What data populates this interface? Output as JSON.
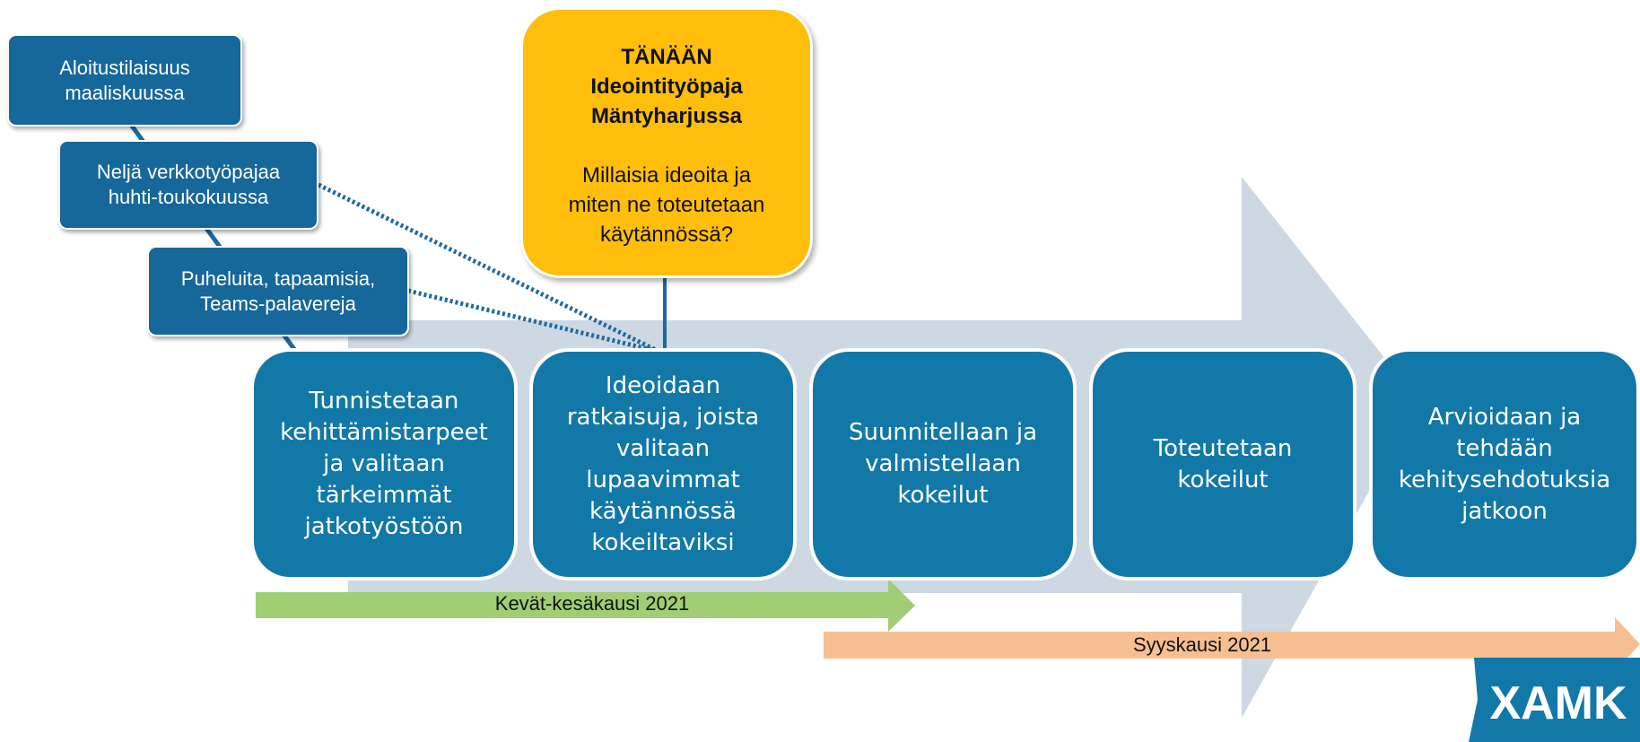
{
  "colors": {
    "big_arrow": "#cdd8e3",
    "step_fill": "#1278a8",
    "small_box_fill": "#16679a",
    "today_fill": "#ffbe0b",
    "spring_arrow": "#9ccb6e",
    "autumn_arrow": "#f6bf91",
    "connector": "#1b6aa1"
  },
  "side_boxes": [
    {
      "label": "Aloitustilaisuus\nmaaliskuussa"
    },
    {
      "label": "Neljä verkkotyöpajaa\nhuhti-toukokuussa"
    },
    {
      "label": "Puheluita, tapaamisia,\nTeams-palavereja"
    }
  ],
  "today": {
    "line1": "TÄNÄÄN",
    "line2": "Ideointityöpaja",
    "line3": "Mäntyharjussa",
    "question": "Millaisia ideoita ja\nmiten ne toteutetaan\nkäytännössä?"
  },
  "steps": [
    {
      "label": "Tunnistetaan\nkehittämistarpeet\nja valitaan\ntärkeimmät\njatkotyöstöön"
    },
    {
      "label": "Ideoidaan\nratkaisuja, joista\nvalitaan\nlupaavimmat\nkäytännössä\nkokeiltaviksi"
    },
    {
      "label": "Suunnitellaan ja\nvalmistellaan\nkokeilut"
    },
    {
      "label": "Toteutetaan\nkokeilut"
    },
    {
      "label": "Arvioidaan ja\ntehdään\nkehitysehdotuksia\njatkoon"
    }
  ],
  "periods": {
    "spring": "Kevät-kesäkausi 2021",
    "autumn": "Syyskausi 2021"
  },
  "logo": {
    "text": "XAMK"
  }
}
